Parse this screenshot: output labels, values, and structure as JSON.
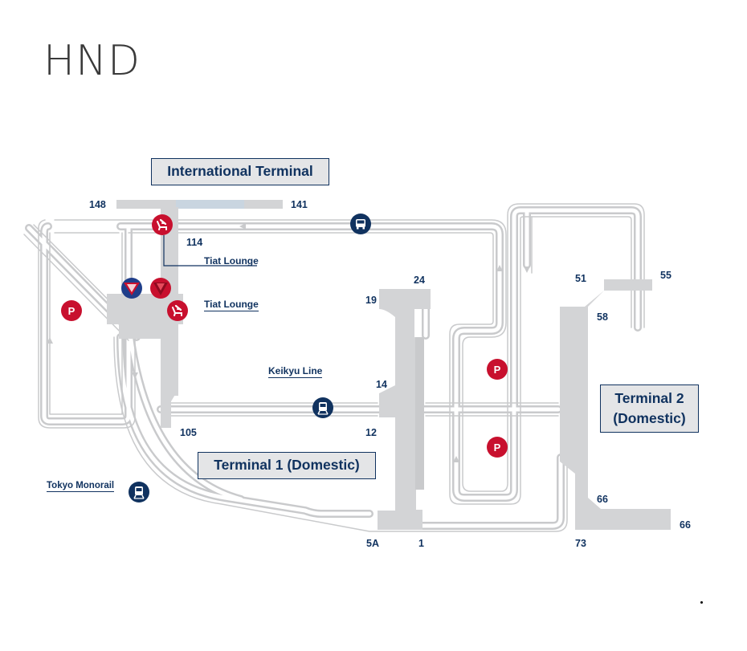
{
  "title": "HND",
  "terminals": {
    "international": "International Terminal",
    "terminal1": "Terminal 1 (Domestic)",
    "terminal2_line1": "Terminal 2",
    "terminal2_line2": "(Domestic)"
  },
  "gates": {
    "g148": "148",
    "g141": "141",
    "g114": "114",
    "g105": "105",
    "g24": "24",
    "g19": "19",
    "g14": "14",
    "g12": "12",
    "g5a": "5A",
    "g1": "1",
    "g51": "51",
    "g55": "55",
    "g58": "58",
    "g66a": "66",
    "g66b": "66",
    "g73": "73"
  },
  "labels": {
    "tiat_lounge_1": "Tiat Lounge",
    "tiat_lounge_2": "Tiat Lounge",
    "keikyu_line": "Keikyu Line",
    "tokyo_monorail": "Tokyo Monorail"
  },
  "icons": {
    "parking_letter": "P",
    "parking": "parking-icon",
    "bus": "bus-icon",
    "train": "train-icon",
    "lounge": "lounge-seat-icon",
    "delta": "delta-logo-icon",
    "skyteam": "skyteam-logo-icon"
  },
  "colors": {
    "navy": "#10325f",
    "red": "#c8102e",
    "building": "#d3d4d6",
    "road": "#c9cacc",
    "highlight": "#c9d5e0"
  }
}
